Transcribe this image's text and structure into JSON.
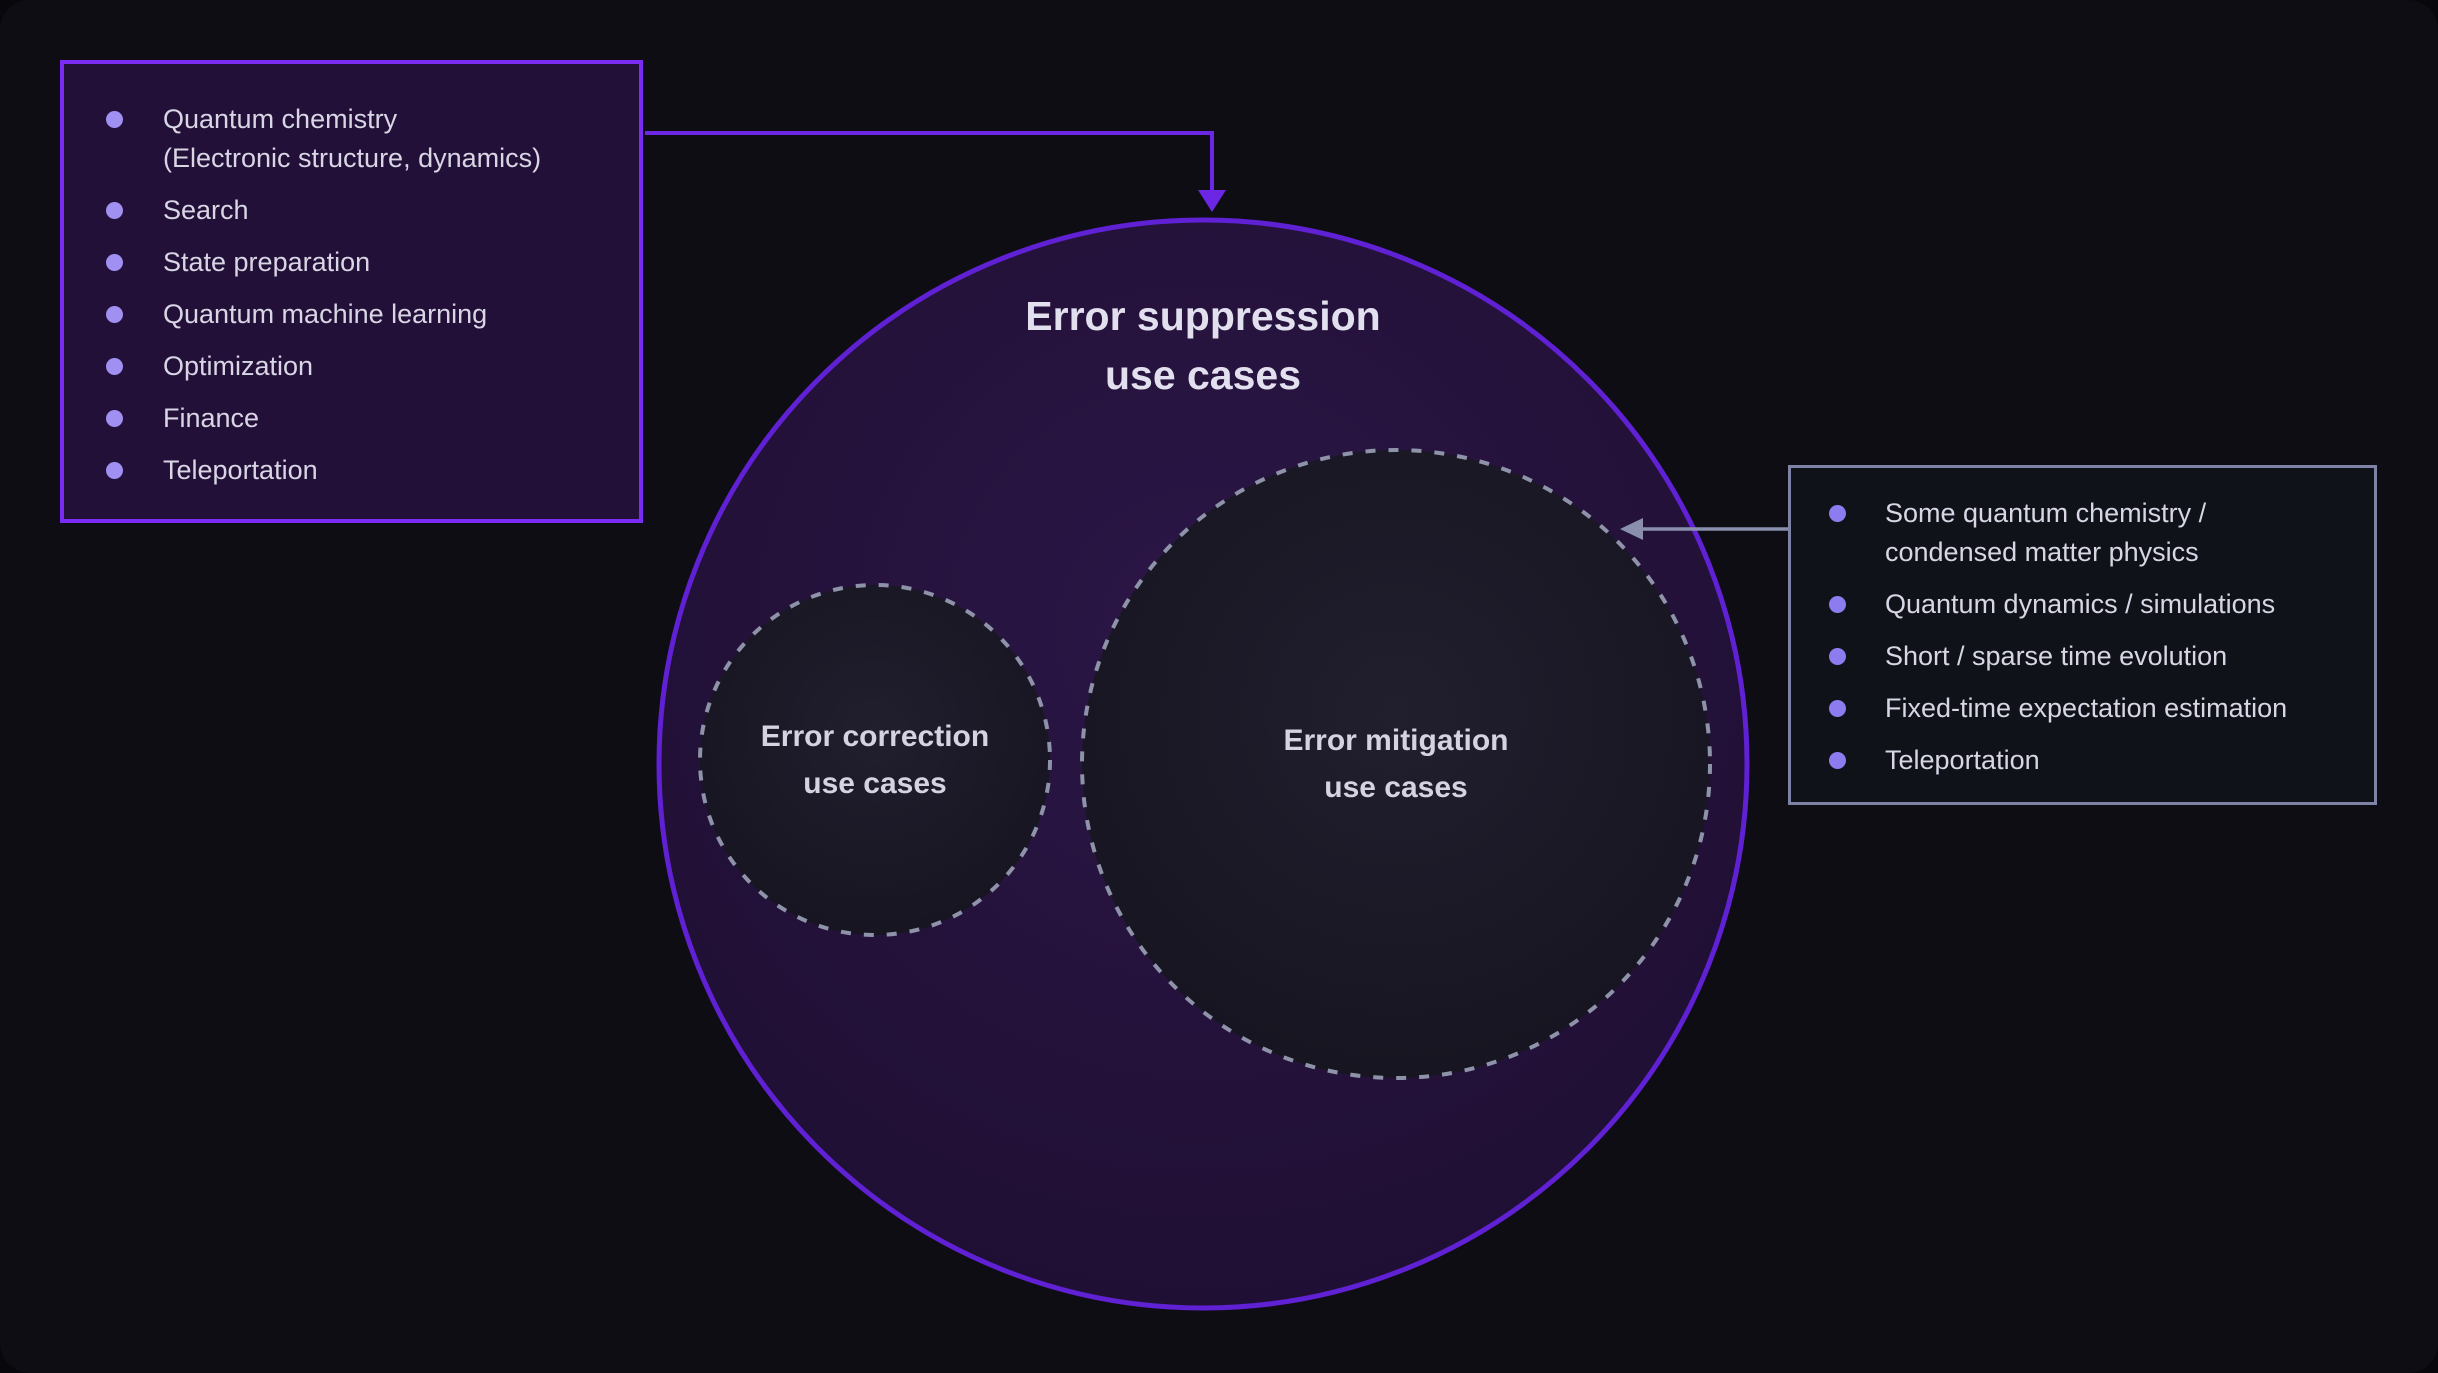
{
  "colors": {
    "page_bg": "#0e0d14",
    "outer_circle_stroke": "#6021d5",
    "outer_circle_fill_center": "#2b1646",
    "outer_circle_fill_edge": "#1e0e31",
    "dashed_circle_stroke": "#8e93aa",
    "dashed_circle_fill_center": "#211f2e",
    "dashed_circle_fill_edge": "#15131e",
    "left_panel_border": "#7b2cf2",
    "left_panel_bg": "#231039",
    "right_panel_border": "#7e83a6",
    "right_panel_bg": "#10121a",
    "left_arrow_color": "#6b27e4",
    "right_arrow_color": "#8a8fae",
    "bullet_left": "#a090f2",
    "bullet_right": "#8d7cf0",
    "text": "#d8d6e4"
  },
  "diagram": {
    "outer_circle": {
      "label": "Error suppression\nuse cases"
    },
    "correction_circle": {
      "label": "Error correction\nuse cases"
    },
    "mitigation_circle": {
      "label": "Error mitigation\nuse cases"
    }
  },
  "left_panel": {
    "items": [
      "Quantum chemistry\n(Electronic structure, dynamics)",
      "Search",
      "State preparation",
      "Quantum machine learning",
      "Optimization",
      "Finance",
      "Teleportation"
    ]
  },
  "right_panel": {
    "items": [
      "Some quantum chemistry /\ncondensed matter physics",
      "Quantum dynamics / simulations",
      "Short / sparse time evolution",
      "Fixed-time expectation estimation",
      "Teleportation"
    ]
  }
}
